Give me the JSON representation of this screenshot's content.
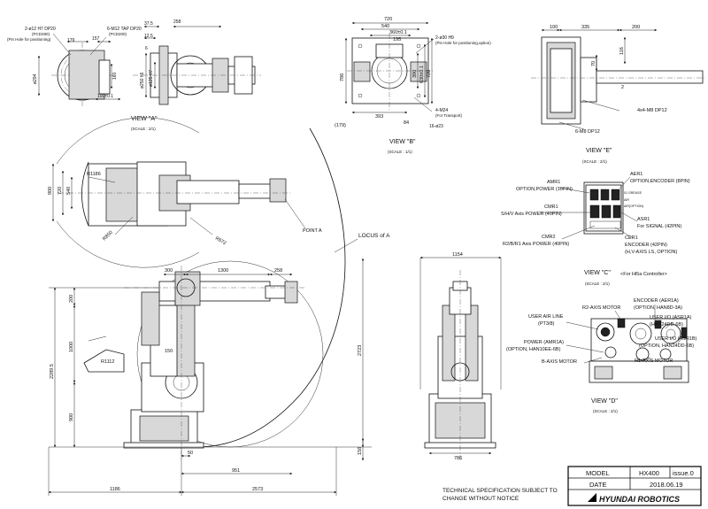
{
  "view_a": {
    "title": "VIEW \"A\"",
    "scale": "(SCALE : 2/1)",
    "callout_pin": "2-ø12 H7 DP20",
    "callout_pin_sub": "(PCD280)",
    "callout_pin_note": "(Pin Hole for positioning)",
    "callout_tap": "6-M12 TAP DP20",
    "callout_tap_sub": "(PCD200)",
    "dims": [
      "179",
      "157",
      "37.5",
      "12.5",
      "258",
      "6",
      "ø294",
      "ø250 h6",
      "ø125 H7",
      "160",
      "100±0.1"
    ]
  },
  "view_b": {
    "title": "VIEW \"B\"",
    "scale": "(SCALE : 1/1)",
    "callout_pin": "2-ø30 H9",
    "callout_pin_note": "(Pin Hole for positioning,option)",
    "callout_transport": "4-M24",
    "callout_transport_note": "(For Transport)",
    "callout_holes": "16-ø23",
    "dims": [
      "720",
      "540",
      "360±0.1",
      "195",
      "786",
      "390",
      "630±0.1",
      "720",
      "393",
      "84",
      "(179)"
    ]
  },
  "view_e": {
    "title": "VIEW \"E\"",
    "scale": "(SCALE : 2/1)",
    "callout_tap": "4x4-M8 DP12",
    "callout_tap2": "6-M8 DP12",
    "dims": [
      "100",
      "335",
      "200",
      "116",
      "70",
      "2"
    ]
  },
  "view_c": {
    "title": "VIEW \"C\"",
    "scale": "(SCALE : 2/1)",
    "note": "<For Hi5a Controller>",
    "labels": {
      "amr1": "AMR1",
      "amr1_desc": "OPTION,POWER (10PIN)",
      "aer1": "AER1",
      "aer1_desc": "OPTION,ENCODER (8PIN)",
      "cmr1": "CMR1",
      "cmr1_desc": "S/H/V Axis POWER (40PIN)",
      "asr1": "ASR1",
      "asr1_desc": "For SIGNAL (42PIN)",
      "cmr2": "CMR2",
      "cmr2_desc": "R2/B/R1 Axis POWER (40PIN)",
      "cer1": "CER1",
      "cer1_desc": "ENCODER (42PIN)",
      "cer1_desc2": "(H,V-AXIS LS, OPTION)",
      "tags": [
        "01 GREASE",
        "AIR",
        "AIR(OPTION)"
      ]
    }
  },
  "view_d": {
    "title": "VIEW \"D\"",
    "scale": "(SCALE : 2/1)",
    "labels": {
      "r2_motor": "R2-AXIS MOTOR",
      "encoder": "ENCODER (AER1A)",
      "encoder_desc": "(OPTION, HAN8D-3A)",
      "air_line": "USER AIR LINE",
      "air_line_desc": "(PT3/8)",
      "user_io_a": "USER I/O (ASR1A)",
      "user_io_a_desc": "(HAN24DD-6B)",
      "power": "POWER (AMR1A)",
      "power_desc": "(OPTION, HAN10EE-6B)",
      "user_io_b": "USER I/O (ASR1B)",
      "user_io_b_desc": "(OPTION, HAN24DD-6B)",
      "b_motor": "B-AXIS MOTOR",
      "r1_motor": "R1-AXIS MOTOR"
    }
  },
  "top_view": {
    "dims": [
      "900",
      "720",
      "540",
      "R1186",
      "R850",
      "R672"
    ],
    "point_label": "POINT A",
    "locus_label": "LOCUS of A"
  },
  "side_view": {
    "dims": [
      "300",
      "1300",
      "258",
      "200",
      "1000",
      "2289.5",
      "900",
      "R1112",
      "150",
      "2723",
      "50",
      "951",
      "158",
      "1186",
      "2573"
    ]
  },
  "front_view": {
    "dims": [
      "1154",
      "786"
    ]
  },
  "title_block": {
    "model_label": "MODEL",
    "model_value": "HX400",
    "issue": "issue.0",
    "date_label": "DATE",
    "date_value": "2018.06.19",
    "brand": "HYUNDAI ROBOTICS",
    "note_line1": "TECHNICAL SPECIFICATION SUBJECT TO",
    "note_line2": "CHANGE WITHOUT NOTICE"
  }
}
